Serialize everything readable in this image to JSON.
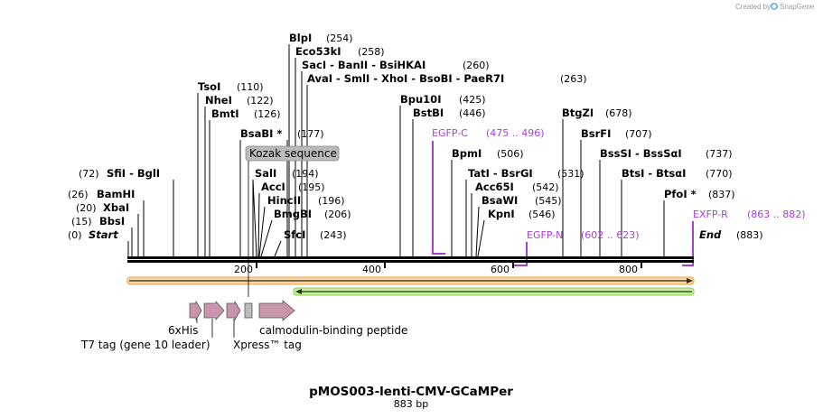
{
  "header": {
    "credit_text": "Created by",
    "brand_label": "SnapGene"
  },
  "map": {
    "title": "pMOS003-lenti-CMV-GCaMPer",
    "length_label": "883 bp",
    "ticks": [
      "200",
      "400",
      "600",
      "800"
    ],
    "enzymes": [
      {
        "name": "BlpI",
        "pos": "(254)"
      },
      {
        "name": "Eco53kI",
        "pos": "(258)"
      },
      {
        "name": "SacI  -  BanII  -  BsiHKAI",
        "pos": "(260)"
      },
      {
        "name": "AvaI  -  SmlI  -  XhoI  -  BsoBI  -  PaeR7I",
        "pos": "(263)"
      },
      {
        "name": "TsoI",
        "pos": "(110)"
      },
      {
        "name": "NheI",
        "pos": "(122)"
      },
      {
        "name": "BmtI",
        "pos": "(126)"
      },
      {
        "name": "BsaBI *",
        "pos": "(177)"
      },
      {
        "name": "SalI",
        "pos": "(194)"
      },
      {
        "name": "AccI",
        "pos": "(195)"
      },
      {
        "name": "HincII",
        "pos": "(196)"
      },
      {
        "name": "BmgBI",
        "pos": "(206)"
      },
      {
        "name": "SfcI",
        "pos": "(243)"
      },
      {
        "name": "SfiI  -  BglI",
        "pos": "(72)"
      },
      {
        "name": "BamHI",
        "pos": "(26)"
      },
      {
        "name": "XbaI",
        "pos": "(20)"
      },
      {
        "name": "BbsI",
        "pos": "(15)"
      },
      {
        "name": "Start",
        "pos": "(0)"
      },
      {
        "name": "Bpu10I",
        "pos": "(425)"
      },
      {
        "name": "BstBI",
        "pos": "(446)"
      },
      {
        "name": "BpmI",
        "pos": "(506)"
      },
      {
        "name": "TatI  -  BsrGI",
        "pos": "(531)"
      },
      {
        "name": "Acc65I",
        "pos": "(542)"
      },
      {
        "name": "BsaWI",
        "pos": "(545)"
      },
      {
        "name": "KpnI",
        "pos": "(546)"
      },
      {
        "name": "BtgZI",
        "pos": "(678)"
      },
      {
        "name": "BsrFI",
        "pos": "(707)"
      },
      {
        "name": "BssSI  -  BssSαI",
        "pos": "(737)"
      },
      {
        "name": "BtsI  -  BtsαI",
        "pos": "(770)"
      },
      {
        "name": "PfoI *",
        "pos": "(837)"
      },
      {
        "name": "End",
        "pos": "(883)"
      }
    ],
    "primers": [
      {
        "name": "EGFP-C",
        "range": "(475 .. 496)"
      },
      {
        "name": "EGFP-N",
        "range": "(602 .. 623)"
      },
      {
        "name": "EXFP-R",
        "range": "(863 .. 882)"
      }
    ],
    "features": {
      "kozak": "Kozak sequence",
      "his": "6xHis",
      "t7": "T7 tag (gene 10 leader)",
      "xpress": "Xpress™ tag",
      "cbp": "calmodulin-binding peptide"
    },
    "colors": {
      "backbone": "#000000",
      "orange_feature": "#f5a623",
      "green_feature": "#7fd13b",
      "primer": "#a63fd6",
      "tag_fill": "#c994ad",
      "kozak_fill": "#bbbbbb"
    }
  }
}
